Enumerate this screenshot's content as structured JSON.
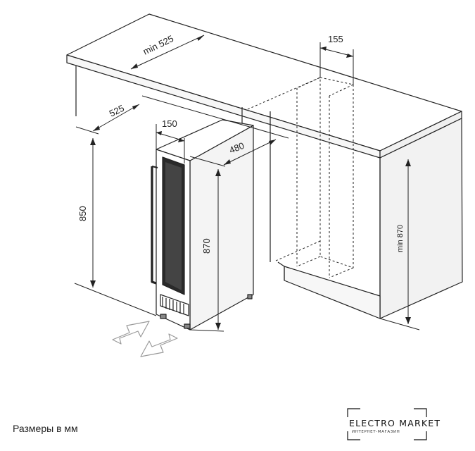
{
  "dimensions": {
    "countertop_depth": "min 525",
    "ventilation_gap": "155",
    "unit_depth": "525",
    "unit_width": "150",
    "unit_depth_body": "480",
    "unit_height": "850",
    "unit_height_body": "870",
    "niche_height": "min 870"
  },
  "caption": "Размеры в мм",
  "logo": {
    "title": "ELECTRO MARKET",
    "subtitle": "ИНТЕРНЕТ-МАГАЗИН"
  },
  "colors": {
    "line": "#222222",
    "countertop_fill": "#ffffff",
    "cabinet_shade": "#f2f2f2",
    "door_glass": "#2a2a2a",
    "airflow_arrow": "#9a9a9a"
  }
}
